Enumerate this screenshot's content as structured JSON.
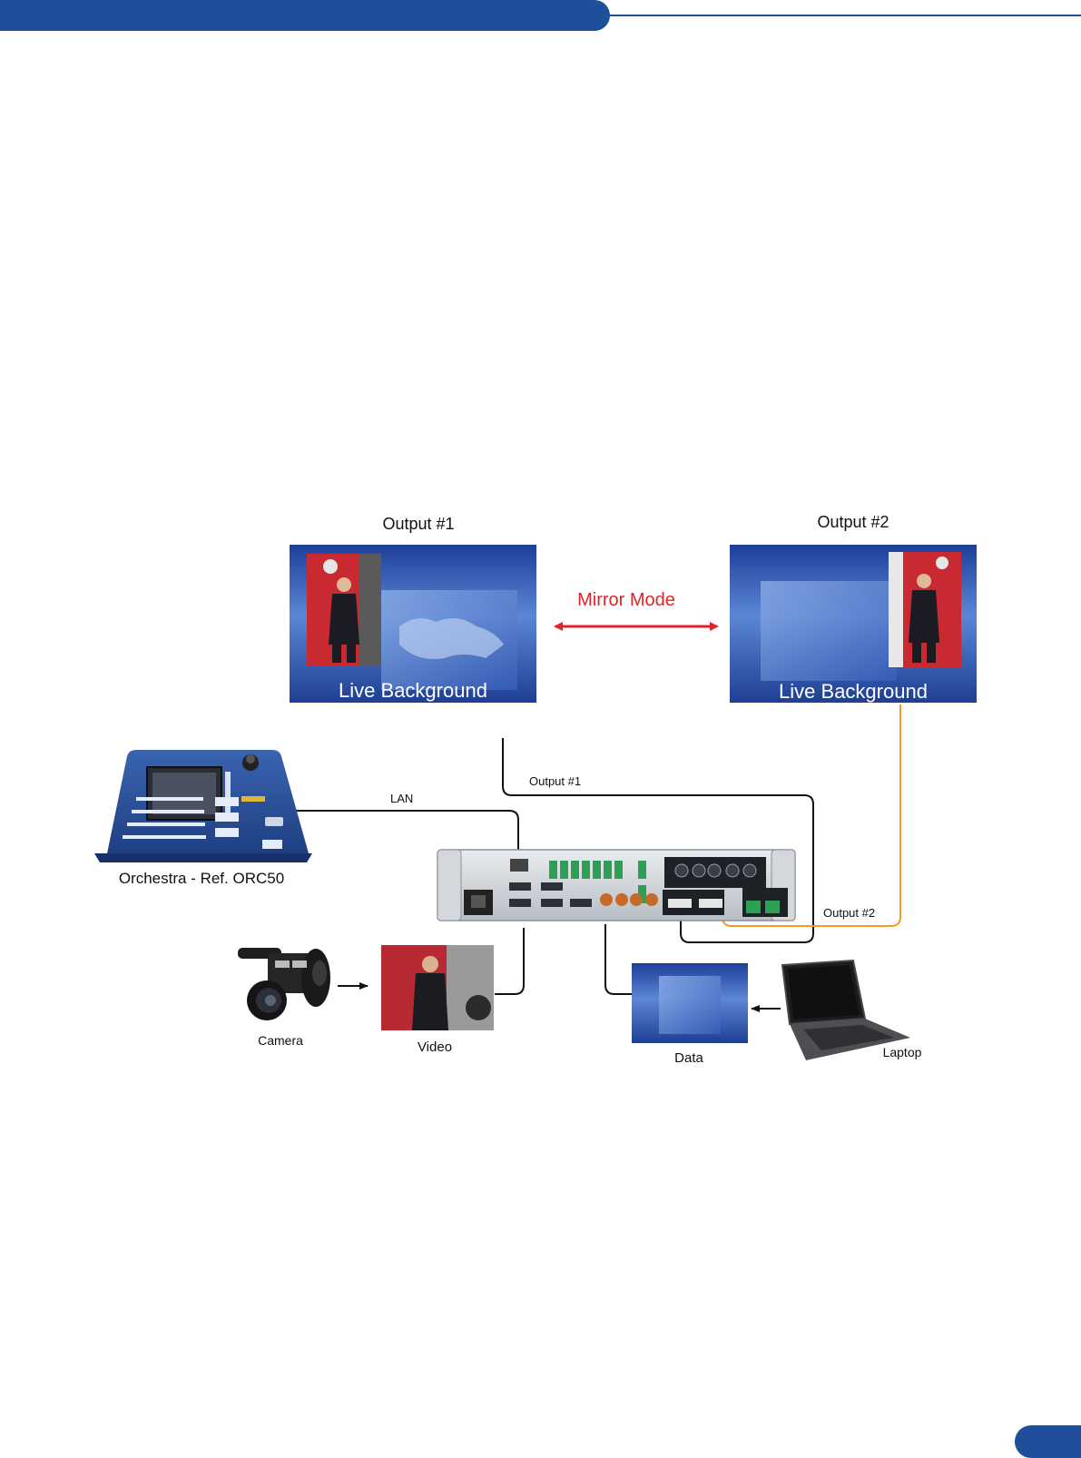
{
  "colors": {
    "header": "#1f4e9a",
    "mirror_arrow": "#e0242c",
    "output2_cable": "#f39a2b"
  },
  "diagram": {
    "output1_title": "Output #1",
    "output2_title": "Output #2",
    "screen1_caption": "Live Background",
    "screen2_caption": "Live Background",
    "mirror_mode": "Mirror Mode",
    "cable_output1": "Output #1",
    "cable_output2": "Output #2",
    "cable_lan": "LAN",
    "controller_label": "Orchestra - Ref. ORC50",
    "camera_label": "Camera",
    "video_label": "Video",
    "data_label": "Data",
    "laptop_label": "Laptop"
  }
}
